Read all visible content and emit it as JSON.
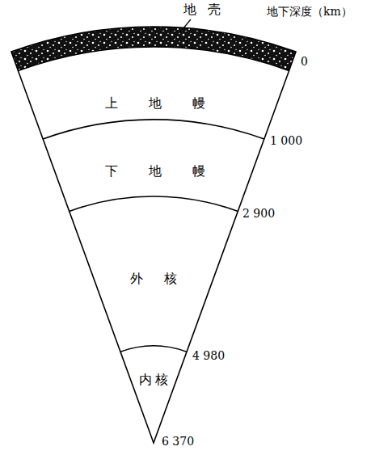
{
  "diagram": {
    "nodes": [
      {
        "text": [
          "地壳"
        ]
      },
      {
        "text": [
          "上地幔"
        ]
      },
      {
        "text": [
          "下地幔"
        ]
      },
      {
        "text": [
          "外核"
        ]
      },
      {
        "text": [
          "内核"
        ]
      }
    ],
    "labels": [
      "地下深度（km）",
      "0",
      "1 000",
      "2 900",
      "4 980",
      "6 370"
    ]
  }
}
